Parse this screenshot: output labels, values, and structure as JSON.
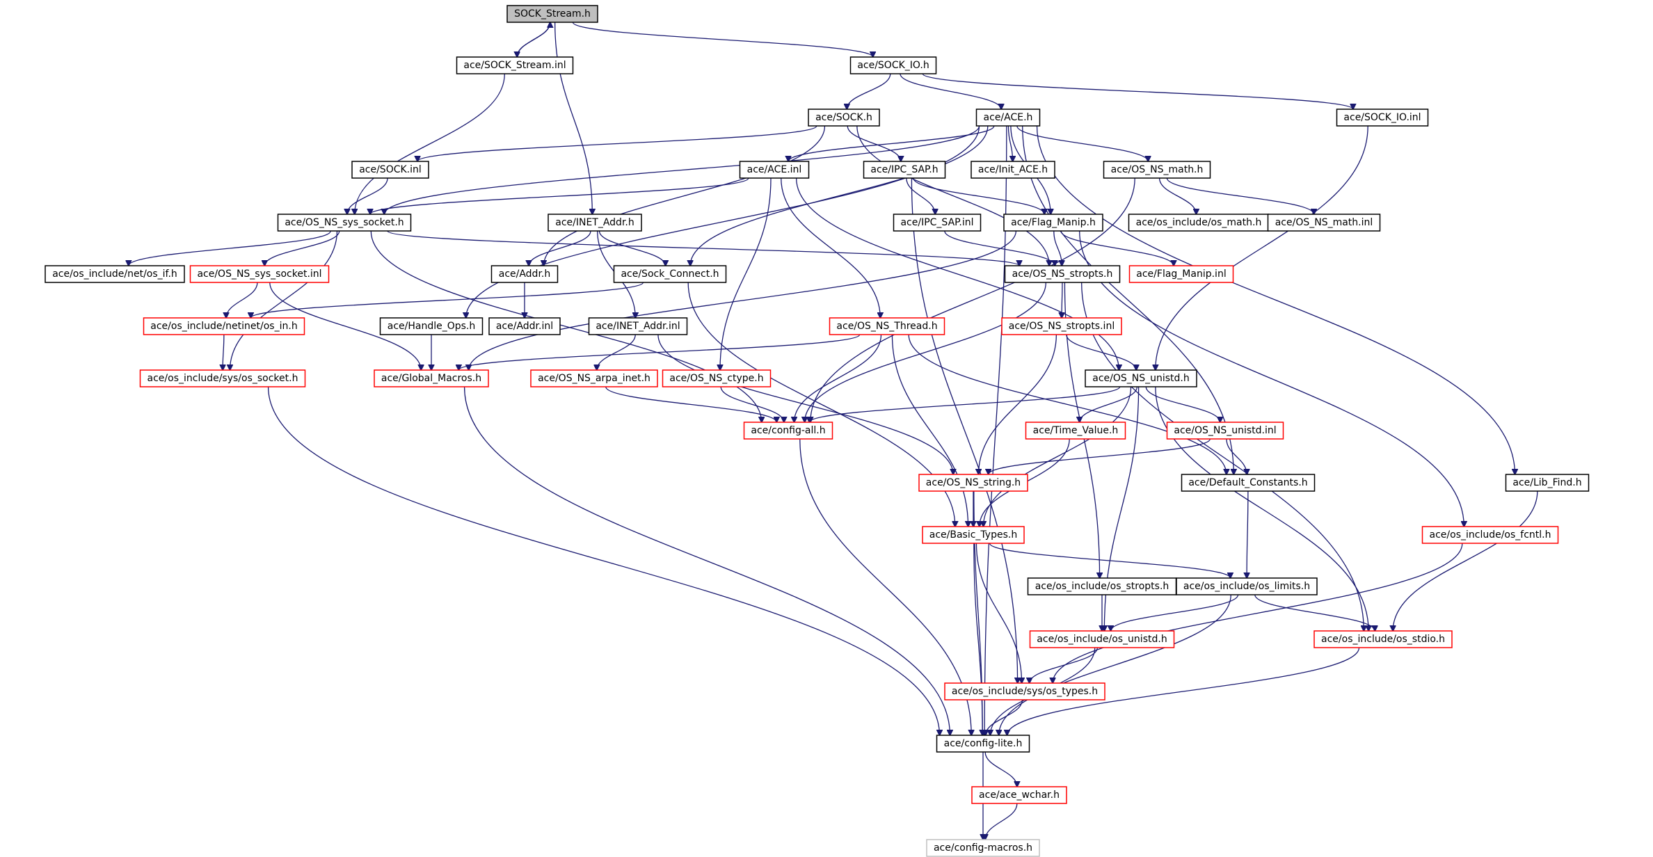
{
  "diagram": {
    "nodes": [
      {
        "id": "n_sock_stream_h",
        "label": "SOCK_Stream.h",
        "style": "root"
      },
      {
        "id": "n_sock_stream_inl",
        "label": "ace/SOCK_Stream.inl",
        "style": "black"
      },
      {
        "id": "n_sock_io_h",
        "label": "ace/SOCK_IO.h",
        "style": "black"
      },
      {
        "id": "n_sock_io_inl",
        "label": "ace/SOCK_IO.inl",
        "style": "black"
      },
      {
        "id": "n_sock_h",
        "label": "ace/SOCK.h",
        "style": "black"
      },
      {
        "id": "n_ace_h",
        "label": "ace/ACE.h",
        "style": "black"
      },
      {
        "id": "n_sock_inl",
        "label": "ace/SOCK.inl",
        "style": "black"
      },
      {
        "id": "n_ace_inl",
        "label": "ace/ACE.inl",
        "style": "black"
      },
      {
        "id": "n_ipc_sap_h",
        "label": "ace/IPC_SAP.h",
        "style": "black"
      },
      {
        "id": "n_init_ace_h",
        "label": "ace/Init_ACE.h",
        "style": "black"
      },
      {
        "id": "n_os_ns_math_h",
        "label": "ace/OS_NS_math.h",
        "style": "black"
      },
      {
        "id": "n_os_ns_sys_socket_h",
        "label": "ace/OS_NS_sys_socket.h",
        "style": "black"
      },
      {
        "id": "n_inet_addr_h",
        "label": "ace/INET_Addr.h",
        "style": "black"
      },
      {
        "id": "n_ipc_sap_inl",
        "label": "ace/IPC_SAP.inl",
        "style": "black"
      },
      {
        "id": "n_flag_manip_h",
        "label": "ace/Flag_Manip.h",
        "style": "black"
      },
      {
        "id": "n_os_include_os_math_h",
        "label": "ace/os_include/os_math.h",
        "style": "black"
      },
      {
        "id": "n_os_ns_math_inl",
        "label": "ace/OS_NS_math.inl",
        "style": "black"
      },
      {
        "id": "n_os_if_h",
        "label": "ace/os_include/net/os_if.h",
        "style": "black"
      },
      {
        "id": "n_os_ns_sys_socket_inl",
        "label": "ace/OS_NS_sys_socket.inl",
        "style": "red"
      },
      {
        "id": "n_addr_h",
        "label": "ace/Addr.h",
        "style": "black"
      },
      {
        "id": "n_sock_connect_h",
        "label": "ace/Sock_Connect.h",
        "style": "black"
      },
      {
        "id": "n_os_ns_stropts_h",
        "label": "ace/OS_NS_stropts.h",
        "style": "black"
      },
      {
        "id": "n_flag_manip_inl",
        "label": "ace/Flag_Manip.inl",
        "style": "red"
      },
      {
        "id": "n_os_in_h",
        "label": "ace/os_include/netinet/os_in.h",
        "style": "red"
      },
      {
        "id": "n_handle_ops_h",
        "label": "ace/Handle_Ops.h",
        "style": "black"
      },
      {
        "id": "n_addr_inl",
        "label": "ace/Addr.inl",
        "style": "black"
      },
      {
        "id": "n_inet_addr_inl",
        "label": "ace/INET_Addr.inl",
        "style": "black"
      },
      {
        "id": "n_os_ns_thread_h",
        "label": "ace/OS_NS_Thread.h",
        "style": "red"
      },
      {
        "id": "n_os_ns_stropts_inl",
        "label": "ace/OS_NS_stropts.inl",
        "style": "red"
      },
      {
        "id": "n_os_socket_h",
        "label": "ace/os_include/sys/os_socket.h",
        "style": "red"
      },
      {
        "id": "n_global_macros_h",
        "label": "ace/Global_Macros.h",
        "style": "red"
      },
      {
        "id": "n_os_ns_arpa_inet_h",
        "label": "ace/OS_NS_arpa_inet.h",
        "style": "red"
      },
      {
        "id": "n_os_ns_ctype_h",
        "label": "ace/OS_NS_ctype.h",
        "style": "red"
      },
      {
        "id": "n_os_ns_unistd_h",
        "label": "ace/OS_NS_unistd.h",
        "style": "black"
      },
      {
        "id": "n_config_all_h",
        "label": "ace/config-all.h",
        "style": "red"
      },
      {
        "id": "n_time_value_h",
        "label": "ace/Time_Value.h",
        "style": "red"
      },
      {
        "id": "n_os_ns_unistd_inl",
        "label": "ace/OS_NS_unistd.inl",
        "style": "red"
      },
      {
        "id": "n_os_ns_string_h",
        "label": "ace/OS_NS_string.h",
        "style": "red"
      },
      {
        "id": "n_default_constants_h",
        "label": "ace/Default_Constants.h",
        "style": "black"
      },
      {
        "id": "n_lib_find_h",
        "label": "ace/Lib_Find.h",
        "style": "black"
      },
      {
        "id": "n_basic_types_h",
        "label": "ace/Basic_Types.h",
        "style": "red"
      },
      {
        "id": "n_os_fcntl_h",
        "label": "ace/os_include/os_fcntl.h",
        "style": "red"
      },
      {
        "id": "n_os_stropts_h",
        "label": "ace/os_include/os_stropts.h",
        "style": "black"
      },
      {
        "id": "n_os_limits_h",
        "label": "ace/os_include/os_limits.h",
        "style": "black"
      },
      {
        "id": "n_os_unistd_h",
        "label": "ace/os_include/os_unistd.h",
        "style": "red"
      },
      {
        "id": "n_os_stdio_h",
        "label": "ace/os_include/os_stdio.h",
        "style": "red"
      },
      {
        "id": "n_os_types_h",
        "label": "ace/os_include/sys/os_types.h",
        "style": "red"
      },
      {
        "id": "n_config_lite_h",
        "label": "ace/config-lite.h",
        "style": "black"
      },
      {
        "id": "n_ace_wchar_h",
        "label": "ace/ace_wchar.h",
        "style": "red"
      },
      {
        "id": "n_config_macros_h",
        "label": "ace/config-macros.h",
        "style": "gray"
      }
    ],
    "edges": [
      [
        "n_sock_stream_h",
        "n_sock_stream_inl"
      ],
      [
        "n_sock_stream_inl",
        "n_sock_stream_h"
      ],
      [
        "n_sock_stream_h",
        "n_sock_io_h"
      ],
      [
        "n_sock_stream_h",
        "n_inet_addr_h"
      ],
      [
        "n_sock_stream_inl",
        "n_os_ns_sys_socket_h"
      ],
      [
        "n_sock_io_h",
        "n_sock_h"
      ],
      [
        "n_sock_io_h",
        "n_ace_h"
      ],
      [
        "n_sock_io_h",
        "n_sock_io_inl"
      ],
      [
        "n_sock_io_inl",
        "n_os_ns_unistd_h"
      ],
      [
        "n_sock_h",
        "n_sock_inl"
      ],
      [
        "n_sock_h",
        "n_ipc_sap_h"
      ],
      [
        "n_sock_h",
        "n_addr_h"
      ],
      [
        "n_sock_h",
        "n_os_ns_stropts_h"
      ],
      [
        "n_sock_inl",
        "n_os_ns_sys_socket_h"
      ],
      [
        "n_ace_h",
        "n_ace_inl"
      ],
      [
        "n_ace_h",
        "n_init_ace_h"
      ],
      [
        "n_ace_h",
        "n_os_ns_math_h"
      ],
      [
        "n_ace_h",
        "n_flag_manip_h"
      ],
      [
        "n_ace_h",
        "n_handle_ops_h"
      ],
      [
        "n_ace_h",
        "n_sock_connect_h"
      ],
      [
        "n_ace_h",
        "n_default_constants_h"
      ],
      [
        "n_ace_h",
        "n_lib_find_h"
      ],
      [
        "n_ace_h",
        "n_config_lite_h"
      ],
      [
        "n_ace_h",
        "n_os_ns_sys_socket_h"
      ],
      [
        "n_ace_inl",
        "n_os_ns_sys_socket_h"
      ],
      [
        "n_ace_inl",
        "n_os_ns_thread_h"
      ],
      [
        "n_ace_inl",
        "n_os_ns_ctype_h"
      ],
      [
        "n_ace_inl",
        "n_os_ns_unistd_h"
      ],
      [
        "n_ipc_sap_h",
        "n_ipc_sap_inl"
      ],
      [
        "n_ipc_sap_h",
        "n_flag_manip_h"
      ],
      [
        "n_ipc_sap_h",
        "n_os_types_h"
      ],
      [
        "n_ipc_sap_inl",
        "n_os_ns_stropts_h"
      ],
      [
        "n_os_ns_math_h",
        "n_os_include_os_math_h"
      ],
      [
        "n_os_ns_math_h",
        "n_os_ns_math_inl"
      ],
      [
        "n_os_ns_math_h",
        "n_config_all_h"
      ],
      [
        "n_flag_manip_h",
        "n_os_ns_stropts_h"
      ],
      [
        "n_flag_manip_h",
        "n_flag_manip_inl"
      ],
      [
        "n_flag_manip_h",
        "n_global_macros_h"
      ],
      [
        "n_flag_manip_h",
        "n_os_fcntl_h"
      ],
      [
        "n_os_ns_sys_socket_h",
        "n_os_if_h"
      ],
      [
        "n_os_ns_sys_socket_h",
        "n_os_ns_sys_socket_inl"
      ],
      [
        "n_os_ns_sys_socket_h",
        "n_os_socket_h"
      ],
      [
        "n_os_ns_sys_socket_h",
        "n_config_all_h"
      ],
      [
        "n_os_ns_sys_socket_h",
        "n_os_ns_stropts_h"
      ],
      [
        "n_os_ns_sys_socket_inl",
        "n_os_in_h"
      ],
      [
        "n_os_ns_sys_socket_inl",
        "n_global_macros_h"
      ],
      [
        "n_inet_addr_h",
        "n_addr_h"
      ],
      [
        "n_inet_addr_h",
        "n_sock_connect_h"
      ],
      [
        "n_inet_addr_h",
        "n_inet_addr_inl"
      ],
      [
        "n_addr_h",
        "n_addr_inl"
      ],
      [
        "n_sock_connect_h",
        "n_os_in_h"
      ],
      [
        "n_sock_connect_h",
        "n_basic_types_h"
      ],
      [
        "n_os_ns_stropts_h",
        "n_os_ns_stropts_inl"
      ],
      [
        "n_os_ns_stropts_h",
        "n_config_all_h"
      ],
      [
        "n_os_ns_stropts_h",
        "n_os_stropts_h"
      ],
      [
        "n_os_ns_stropts_h",
        "n_os_stdio_h"
      ],
      [
        "n_os_in_h",
        "n_os_socket_h"
      ],
      [
        "n_handle_ops_h",
        "n_global_macros_h"
      ],
      [
        "n_inet_addr_inl",
        "n_os_ns_arpa_inet_h"
      ],
      [
        "n_inet_addr_inl",
        "n_os_ns_string_h"
      ],
      [
        "n_os_ns_thread_h",
        "n_global_macros_h"
      ],
      [
        "n_os_ns_thread_h",
        "n_config_all_h"
      ],
      [
        "n_os_ns_thread_h",
        "n_basic_types_h"
      ],
      [
        "n_os_ns_thread_h",
        "n_default_constants_h"
      ],
      [
        "n_os_ns_stropts_inl",
        "n_os_ns_unistd_h"
      ],
      [
        "n_os_ns_stropts_inl",
        "n_os_ns_string_h"
      ],
      [
        "n_os_socket_h",
        "n_config_lite_h"
      ],
      [
        "n_global_macros_h",
        "n_config_lite_h"
      ],
      [
        "n_os_ns_arpa_inet_h",
        "n_config_all_h"
      ],
      [
        "n_os_ns_ctype_h",
        "n_config_all_h"
      ],
      [
        "n_os_ns_unistd_h",
        "n_config_all_h"
      ],
      [
        "n_os_ns_unistd_h",
        "n_time_value_h"
      ],
      [
        "n_os_ns_unistd_h",
        "n_os_ns_unistd_inl"
      ],
      [
        "n_os_ns_unistd_h",
        "n_basic_types_h"
      ],
      [
        "n_os_ns_unistd_h",
        "n_os_unistd_h"
      ],
      [
        "n_os_ns_unistd_h",
        "n_os_stdio_h"
      ],
      [
        "n_config_all_h",
        "n_config_lite_h"
      ],
      [
        "n_time_value_h",
        "n_basic_types_h"
      ],
      [
        "n_os_ns_unistd_inl",
        "n_default_constants_h"
      ],
      [
        "n_os_ns_unistd_inl",
        "n_os_ns_string_h"
      ],
      [
        "n_os_ns_string_h",
        "n_basic_types_h"
      ],
      [
        "n_os_ns_string_h",
        "n_config_lite_h"
      ],
      [
        "n_default_constants_h",
        "n_os_limits_h"
      ],
      [
        "n_lib_find_h",
        "n_os_stdio_h"
      ],
      [
        "n_basic_types_h",
        "n_os_limits_h"
      ],
      [
        "n_basic_types_h",
        "n_os_types_h"
      ],
      [
        "n_basic_types_h",
        "n_config_lite_h"
      ],
      [
        "n_os_fcntl_h",
        "n_os_types_h"
      ],
      [
        "n_os_stropts_h",
        "n_os_unistd_h"
      ],
      [
        "n_os_limits_h",
        "n_os_unistd_h"
      ],
      [
        "n_os_limits_h",
        "n_os_stdio_h"
      ],
      [
        "n_os_limits_h",
        "n_config_lite_h"
      ],
      [
        "n_os_unistd_h",
        "n_os_types_h"
      ],
      [
        "n_os_unistd_h",
        "n_config_lite_h"
      ],
      [
        "n_os_stdio_h",
        "n_config_lite_h"
      ],
      [
        "n_os_types_h",
        "n_config_lite_h"
      ],
      [
        "n_config_lite_h",
        "n_ace_wchar_h"
      ],
      [
        "n_config_lite_h",
        "n_config_macros_h"
      ],
      [
        "n_ace_wchar_h",
        "n_config_macros_h"
      ]
    ]
  }
}
